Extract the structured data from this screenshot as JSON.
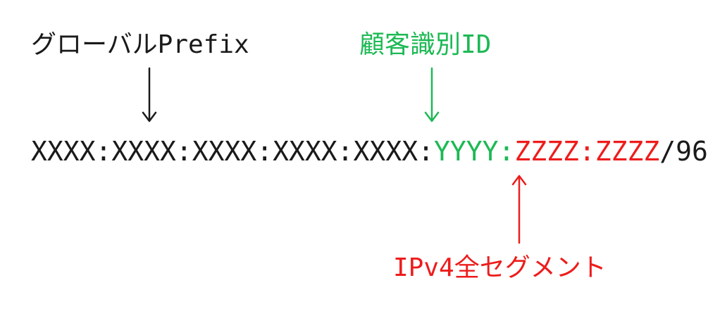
{
  "labels": {
    "global_prefix": "グローバルPrefix",
    "customer_id": "顧客識別ID",
    "ipv4_segment": "IPv4全セグメント"
  },
  "address": {
    "prefix": "XXXX:XXXX:XXXX:XXXX:XXXX:",
    "customer": "YYYY",
    "sep": ":",
    "ipv4": "ZZZZ:ZZZZ",
    "length": "/96"
  },
  "colors": {
    "prefix": "#1a1a1a",
    "customer": "#1db954",
    "ipv4": "#ee1c1c"
  }
}
